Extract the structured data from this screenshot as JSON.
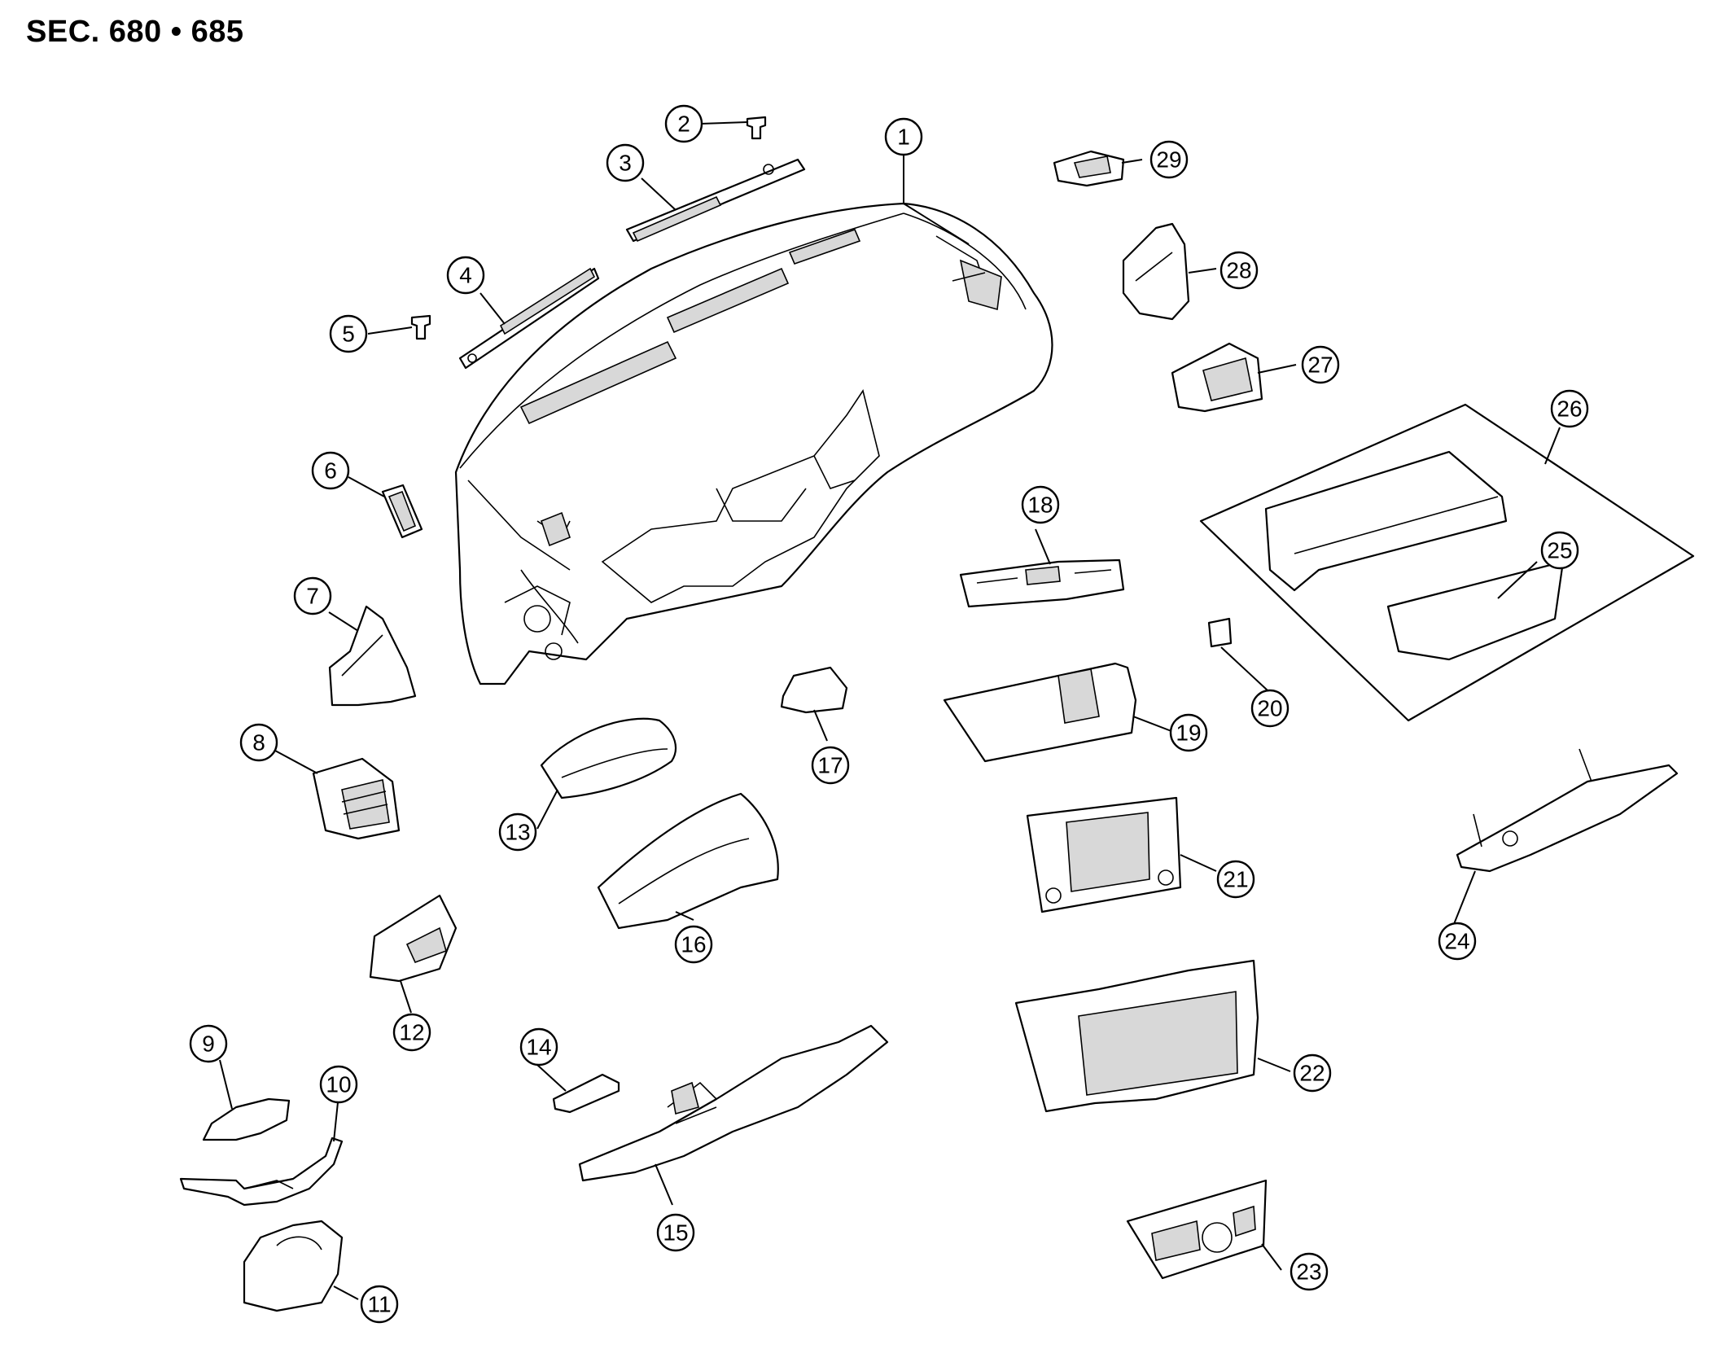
{
  "title": "SEC. 680 • 685",
  "callouts": [
    {
      "id": "1",
      "label": "1"
    },
    {
      "id": "2",
      "label": "2"
    },
    {
      "id": "3",
      "label": "3"
    },
    {
      "id": "4",
      "label": "4"
    },
    {
      "id": "5",
      "label": "5"
    },
    {
      "id": "6",
      "label": "6"
    },
    {
      "id": "7",
      "label": "7"
    },
    {
      "id": "8",
      "label": "8"
    },
    {
      "id": "9",
      "label": "9"
    },
    {
      "id": "10",
      "label": "10"
    },
    {
      "id": "11",
      "label": "11"
    },
    {
      "id": "12",
      "label": "12"
    },
    {
      "id": "13",
      "label": "13"
    },
    {
      "id": "14",
      "label": "14"
    },
    {
      "id": "15",
      "label": "15"
    },
    {
      "id": "16",
      "label": "16"
    },
    {
      "id": "17",
      "label": "17"
    },
    {
      "id": "18",
      "label": "18"
    },
    {
      "id": "19",
      "label": "19"
    },
    {
      "id": "20",
      "label": "20"
    },
    {
      "id": "21",
      "label": "21"
    },
    {
      "id": "22",
      "label": "22"
    },
    {
      "id": "23",
      "label": "23"
    },
    {
      "id": "24",
      "label": "24"
    },
    {
      "id": "25",
      "label": "25"
    },
    {
      "id": "26",
      "label": "26"
    },
    {
      "id": "27",
      "label": "27"
    },
    {
      "id": "28",
      "label": "28"
    },
    {
      "id": "29",
      "label": "29"
    }
  ]
}
